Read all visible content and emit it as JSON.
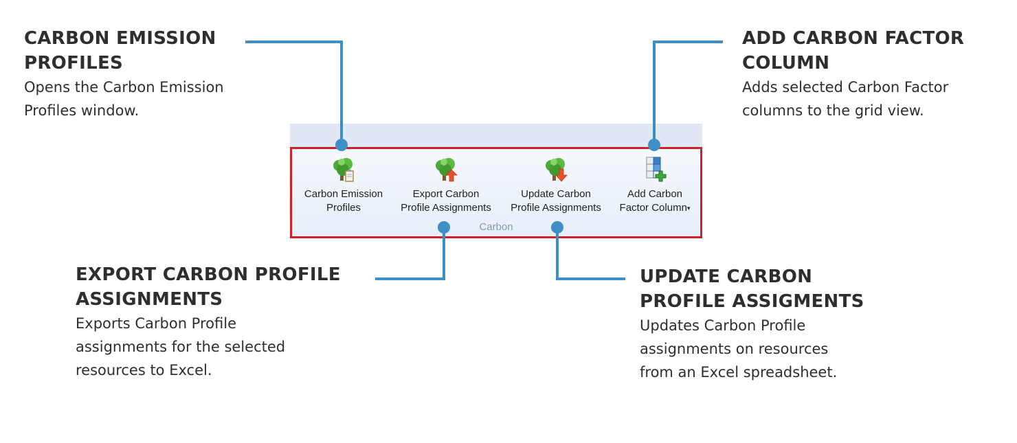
{
  "callouts": {
    "carbon_emission_profiles": {
      "title_line1": "CARBON EMISSION",
      "title_line2": "PROFILES",
      "desc_line1": "Opens the Carbon Emission",
      "desc_line2": "Profiles window."
    },
    "add_carbon_factor_column": {
      "title_line1": "ADD CARBON FACTOR",
      "title_line2": "COLUMN",
      "desc_line1": "Adds selected Carbon Factor",
      "desc_line2": "columns to the grid view."
    },
    "export_carbon_profile_assignments": {
      "title_line1": "EXPORT CARBON PROFILE",
      "title_line2": "ASSIGNMENTS",
      "desc_line1": "Exports Carbon Profile",
      "desc_line2": "assignments for the selected",
      "desc_line3": "resources to Excel."
    },
    "update_carbon_profile_assignments": {
      "title_line1": "UPDATE CARBON",
      "title_line2": "PROFILE ASSIGMENTS",
      "desc_line1": "Updates Carbon Profile",
      "desc_line2": "assignments on resources",
      "desc_line3": "from an Excel spreadsheet."
    }
  },
  "ribbon": {
    "group_label": "Carbon",
    "buttons": [
      {
        "line1": "Carbon Emission",
        "line2": "Profiles",
        "icon": "tree-clipboard-icon"
      },
      {
        "line1": "Export Carbon",
        "line2": "Profile Assignments",
        "icon": "tree-export-arrow-icon"
      },
      {
        "line1": "Update Carbon",
        "line2": "Profile Assignments",
        "icon": "tree-import-arrow-icon"
      },
      {
        "line1": "Add Carbon",
        "line2": "Factor Column",
        "icon": "grid-add-column-icon",
        "dropdown": "▾"
      }
    ]
  },
  "colors": {
    "connector": "#3f8fc7",
    "highlight_border": "#d1202a",
    "ribbon_bg": "#dfe8f4"
  }
}
